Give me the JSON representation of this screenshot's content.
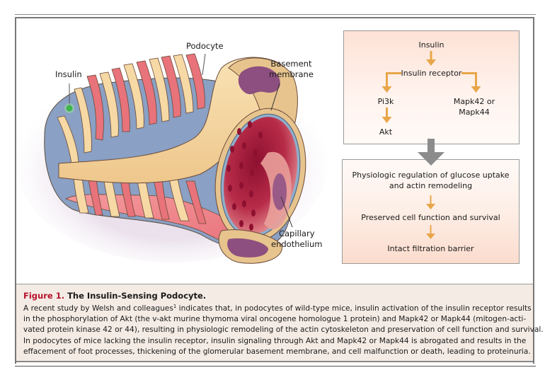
{
  "figure": {
    "illustration": {
      "labels": {
        "insulin": "Insulin",
        "podocyte": "Podocyte",
        "basement_membrane": [
          "Basement",
          "membrane"
        ],
        "capillary_endothelium": [
          "Capillary",
          "endothelium"
        ]
      },
      "colors": {
        "podocyte_body": "#f6d9a4",
        "foot_process_red": "#e8737a",
        "foot_process_blue": "#7f97bd",
        "lumen": "#b92b47",
        "nucleus": "#8d4f7f",
        "insulin_dot": "#3fb54a"
      }
    },
    "flowchart": {
      "top_box": {
        "insulin": "Insulin",
        "insulin_receptor": "Insulin receptor",
        "pi3k": "Pi3k",
        "akt": "Akt",
        "mapk": [
          "Mapk42 or",
          "Mapk44"
        ]
      },
      "bottom_box": {
        "regulation": [
          "Physiologic regulation of glucose uptake",
          "and actin remodeling"
        ],
        "preserved": "Preserved cell function and survival",
        "barrier": "Intact filtration barrier"
      },
      "colors": {
        "arrow_orange": "#e8a64a",
        "arrow_gray": "#8c8c8c",
        "box_border": "#9a9a9a"
      }
    },
    "caption": {
      "figure_number": "Figure 1.",
      "title": "The Insulin-Sensing Podocyte.",
      "lines": [
        [
          "A recent study by Welsh and colleagues",
          "1",
          " indicates that, in podocytes of wild-type mice, insulin activation of the insulin receptor results"
        ],
        "in the phosphorylation of Akt (the v-akt murine thymoma viral oncogene homologue 1 protein) and Mapk42 or Mapk44 (mitogen-acti-",
        "vated protein kinase 42 or 44), resulting in physiologic remodeling of the actin cytoskeleton and preservation of cell function and survival.",
        "In podocytes of mice lacking the insulin receptor, insulin signaling through Akt and Mapk42 or Mapk44 is abrogated and results in the",
        "effacement of foot processes, thickening of the glomerular basement membrane, and cell malfunction or death, leading to proteinuria."
      ],
      "colors": {
        "figure_number": "#b5122b",
        "background": "#f4ebe4"
      }
    }
  }
}
